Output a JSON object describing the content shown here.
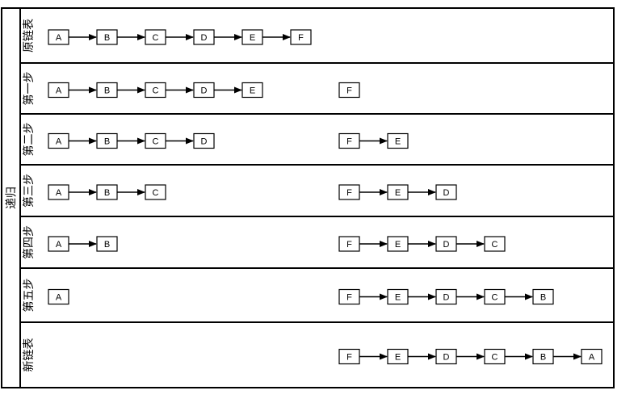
{
  "title": "递归",
  "rows": [
    {
      "label": "原链表",
      "left": [
        "A",
        "B",
        "C",
        "D",
        "E",
        "F"
      ],
      "right": []
    },
    {
      "label": "第一步",
      "left": [
        "A",
        "B",
        "C",
        "D",
        "E"
      ],
      "right": [
        "F"
      ]
    },
    {
      "label": "第二步",
      "left": [
        "A",
        "B",
        "C",
        "D"
      ],
      "right": [
        "F",
        "E"
      ]
    },
    {
      "label": "第三步",
      "left": [
        "A",
        "B",
        "C"
      ],
      "right": [
        "F",
        "E",
        "D"
      ]
    },
    {
      "label": "第四步",
      "left": [
        "A",
        "B"
      ],
      "right": [
        "F",
        "E",
        "D",
        "C"
      ]
    },
    {
      "label": "第五步",
      "left": [
        "A"
      ],
      "right": [
        "F",
        "E",
        "D",
        "C",
        "B"
      ]
    },
    {
      "label": "新链表",
      "left": [],
      "right": [
        "F",
        "E",
        "D",
        "C",
        "B",
        "A"
      ]
    }
  ]
}
